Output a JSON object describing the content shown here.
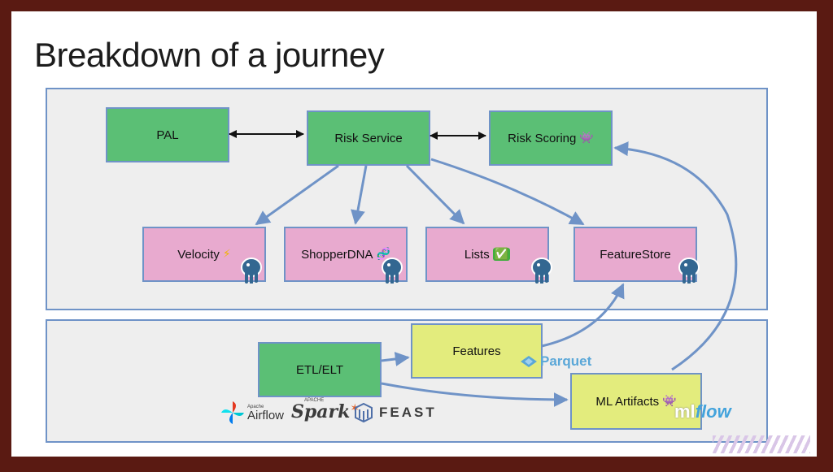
{
  "slide": {
    "title": "Breakdown of a journey"
  },
  "nodes": {
    "pal": "PAL",
    "risk_service": "Risk Service",
    "risk_scoring": "Risk Scoring",
    "velocity": "Velocity",
    "shopper_dna": "ShopperDNA",
    "lists": "Lists",
    "feature_store": "FeatureStore",
    "etl": "ETL/ELT",
    "features": "Features",
    "ml_artifacts": "ML Artifacts"
  },
  "emoji": {
    "risk_scoring": "👾",
    "velocity": "⚡",
    "shopper_dna": "🧬",
    "lists": "✅",
    "ml_artifacts": "👾"
  },
  "logos": {
    "parquet": "Parquet",
    "airflow_small": "Apache",
    "airflow": "Airflow",
    "spark_small": "APACHE",
    "spark": "Spark",
    "feast": "FEAST",
    "mlflow_ml": "ml",
    "mlflow_flow": "flow"
  },
  "colors": {
    "green_node": "#5bbf75",
    "pink_node": "#e8aacf",
    "yellow_node": "#e3ec7d",
    "border": "#6f93c7",
    "arrow": "#6f93c7",
    "frame": "#5a1a12"
  }
}
